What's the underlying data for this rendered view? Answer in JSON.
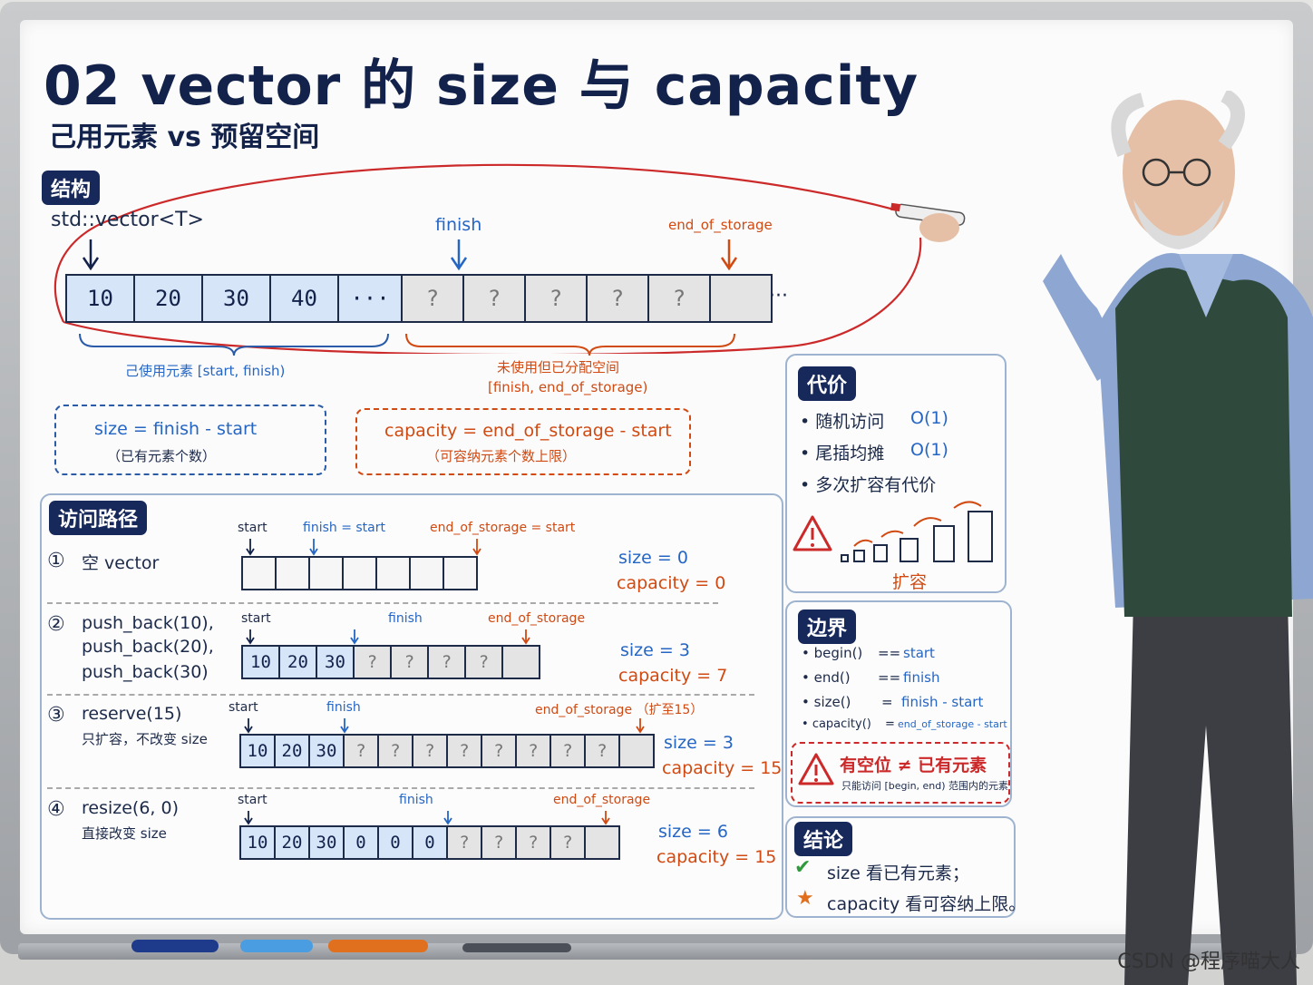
{
  "title": "02 vector 的 size 与 capacity",
  "subtitle": "己用元素 vs 预留空间",
  "structure": {
    "tag": "结构",
    "type_label": "std::vector<T>",
    "finish_label": "finish",
    "eos_label": "end_of_storage",
    "used_cells": [
      "10",
      "20",
      "30",
      "40",
      "···"
    ],
    "free_cells": [
      "?",
      "?",
      "?",
      "?",
      "?",
      ""
    ],
    "trailing": "···",
    "used_brace_label": "己使用元素 [start, finish)",
    "free_brace_label_1": "未使用但已分配空间",
    "free_brace_label_2": "[finish, end_of_storage)",
    "size_formula": "size = finish - start",
    "size_note": "（已有元素个数）",
    "cap_formula": "capacity = end_of_storage - start",
    "cap_note": "（可容纳元素个数上限）"
  },
  "access": {
    "tag": "访问路径",
    "steps": [
      {
        "num": "①",
        "line1": "空 vector",
        "line2": "",
        "line3": "",
        "start": "start",
        "finish": "finish = start",
        "eos": "end_of_storage = start",
        "cells": [
          "",
          "",
          "",
          "",
          "",
          "",
          ""
        ],
        "used": 0,
        "size": "size = 0",
        "capacity": "capacity = 0"
      },
      {
        "num": "②",
        "line1": "push_back(10),",
        "line2": "push_back(20),",
        "line3": "push_back(30)",
        "start": "start",
        "finish": "finish",
        "eos": "end_of_storage",
        "cells": [
          "10",
          "20",
          "30",
          "?",
          "?",
          "?",
          "?",
          ""
        ],
        "used": 3,
        "size": "size = 3",
        "capacity": "capacity = 7"
      },
      {
        "num": "③",
        "line1": "reserve(15)",
        "line2": "只扩容，不改变 size",
        "line3": "",
        "start": "start",
        "finish": "finish",
        "eos": "end_of_storage （扩至15）",
        "cells": [
          "10",
          "20",
          "30",
          "?",
          "?",
          "?",
          "?",
          "?",
          "?",
          "?",
          "?",
          ""
        ],
        "used": 3,
        "size": "size = 3",
        "capacity": "capacity = 15"
      },
      {
        "num": "④",
        "line1": "resize(6, 0)",
        "line2": "直接改变 size",
        "line3": "",
        "start": "start",
        "finish": "finish",
        "eos": "end_of_storage",
        "cells": [
          "10",
          "20",
          "30",
          "0",
          "0",
          "0",
          "?",
          "?",
          "?",
          "?",
          ""
        ],
        "used": 6,
        "size": "size = 6",
        "capacity": "capacity = 15"
      }
    ]
  },
  "cost": {
    "tag": "代价",
    "items": [
      {
        "label": "随机访问",
        "value": "O(1)"
      },
      {
        "label": "尾插均摊",
        "value": "O(1)"
      },
      {
        "label": "多次扩容有代价",
        "value": ""
      }
    ],
    "expand_label": "扩容"
  },
  "bounds": {
    "tag": "边界",
    "items": [
      {
        "fn": "begin()",
        "op": "==",
        "val": "start"
      },
      {
        "fn": "end()",
        "op": "==",
        "val": "finish"
      },
      {
        "fn": "size()",
        "op": "=",
        "val": "finish - start"
      },
      {
        "fn": "capacity()",
        "op": "=",
        "val": "end_of_storage - start"
      }
    ],
    "warn_title": "有空位 ≠ 已有元素",
    "warn_note": "只能访问 [begin, end) 范围内的元素"
  },
  "conclusion": {
    "tag": "结论",
    "line1": "size 看已有元素；",
    "line2": "capacity 看可容纳上限。"
  },
  "watermark": "CSDN @程序喵大人"
}
